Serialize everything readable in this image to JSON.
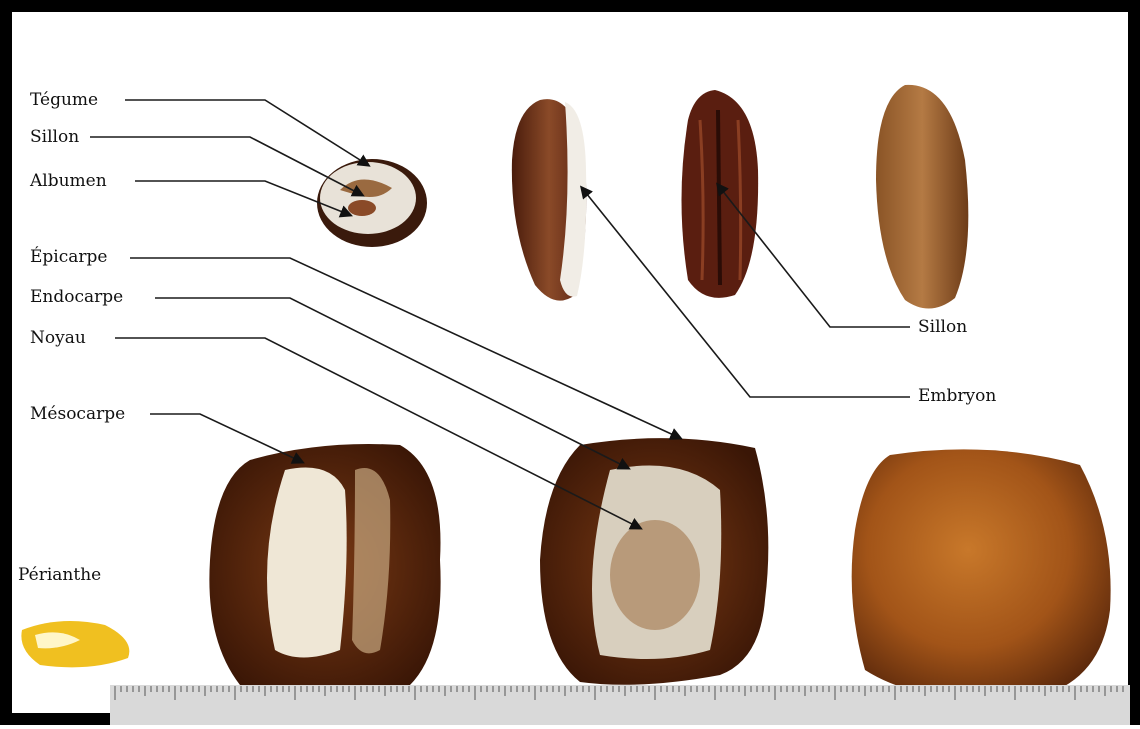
{
  "labels": {
    "tegume": "Tégume",
    "sillon_left": "Sillon",
    "albumen": "Albumen",
    "epicarpe": "Épicarpe",
    "endocarpe": "Endocarpe",
    "noyau": "Noyau",
    "mesocarpe": "Mésocarpe",
    "perianthe": "Périanthe",
    "sillon_right": "Sillon",
    "embryon": "Embryon"
  },
  "colors": {
    "frame": "#000000",
    "leader_line": "#1a1a1a",
    "fruit_flesh": "#5a2a0e",
    "fruit_whole": "#b5651d",
    "seed_dark": "#6e2a16",
    "seed_light": "#a86a3a",
    "fiber_white": "#efe7d6",
    "perianth_yellow": "#f0c020",
    "ruler": "#d9d9d9"
  }
}
